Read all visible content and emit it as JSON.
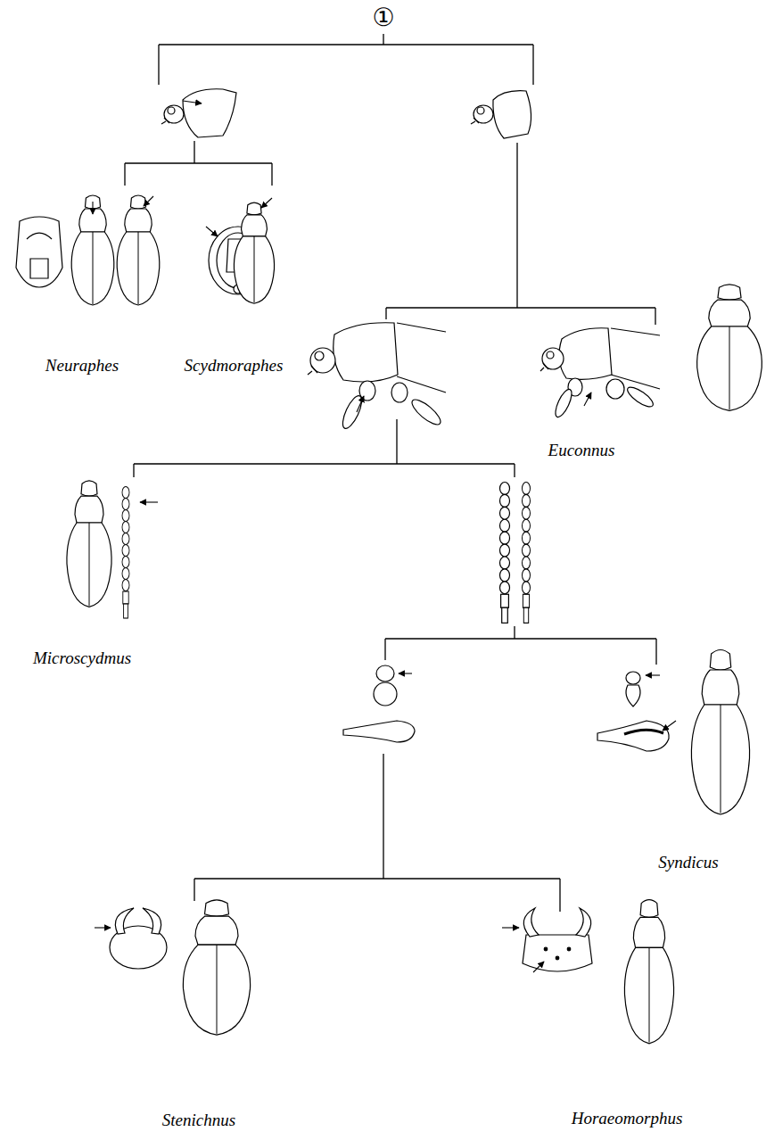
{
  "diagram": {
    "labels": [
      "①",
      "Neuraphes",
      "Scydmoraphes",
      "Euconnus",
      "Microscydmus",
      "Syndicus",
      "Stenichnus",
      "Horaeomorphus"
    ]
  }
}
